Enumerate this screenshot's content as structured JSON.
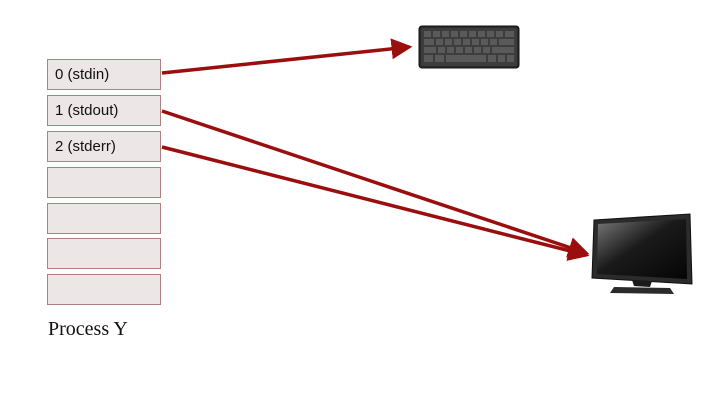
{
  "fd_table": {
    "rows": [
      {
        "label": "0 (stdin)"
      },
      {
        "label": "1 (stdout)"
      },
      {
        "label": "2 (stderr)"
      },
      {
        "label": ""
      },
      {
        "label": ""
      },
      {
        "label": ""
      },
      {
        "label": ""
      }
    ]
  },
  "process_label": "Process Y",
  "colors": {
    "arrow": "#9b0e0e",
    "row_fill": "#ece6e6",
    "row_border": "#b07f7f"
  },
  "icons": {
    "input_device": "keyboard-icon",
    "output_device": "monitor-icon"
  }
}
